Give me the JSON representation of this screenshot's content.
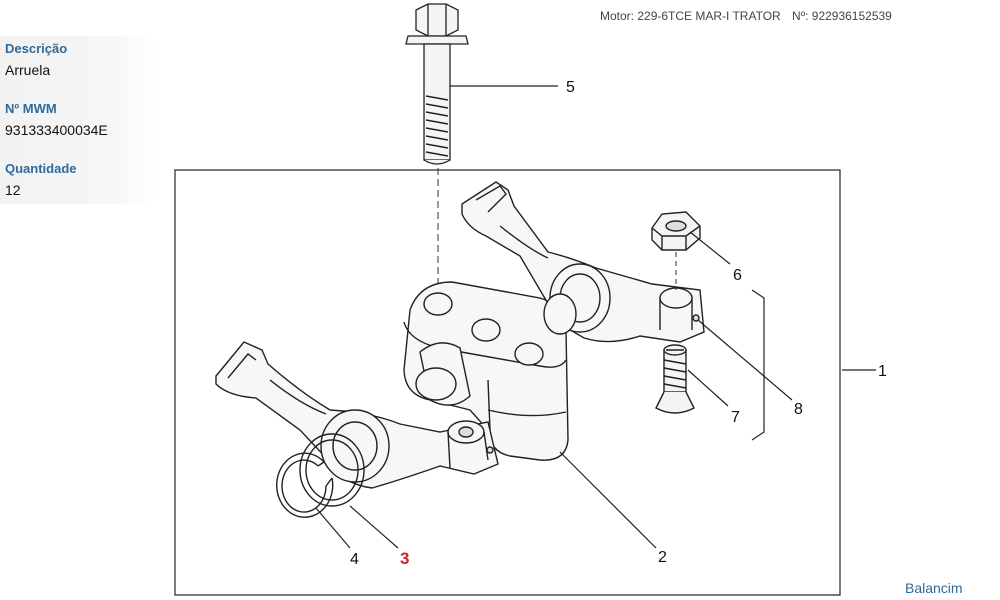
{
  "header": {
    "motor_text": "Motor: 229-6TCE MAR-I TRATOR",
    "number_text": "Nº: 922936152539"
  },
  "info_panel": {
    "descricao_label": "Descrição",
    "descricao_value": "Arruela",
    "mwm_label": "Nº MWM",
    "mwm_value": "931333400034E",
    "quantidade_label": "Quantidade",
    "quantidade_value": "12"
  },
  "diagram": {
    "callouts": {
      "c1": "1",
      "c2": "2",
      "c3": "3",
      "c4": "4",
      "c5": "5",
      "c6": "6",
      "c7": "7",
      "c8": "8"
    },
    "highlight_color": "#d0202a"
  },
  "assembly_link": "Balancim"
}
